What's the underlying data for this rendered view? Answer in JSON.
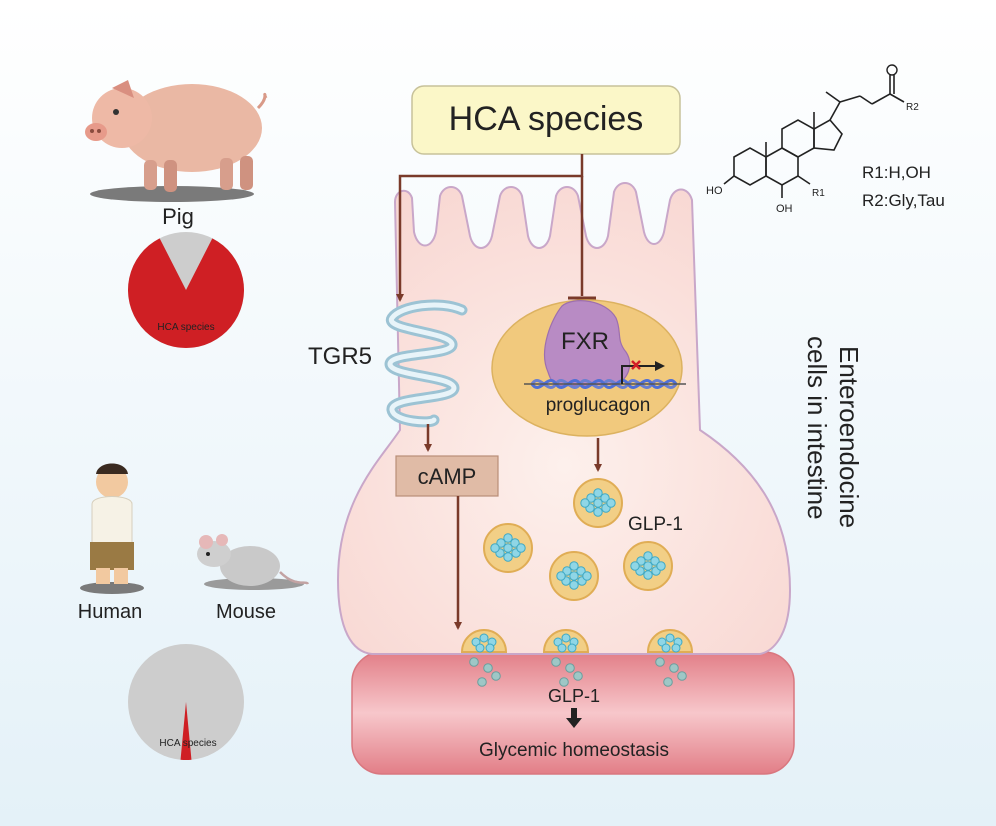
{
  "hca_box": "HCA species",
  "structure": {
    "r1": "R1:H,OH",
    "r2": "R2:Gly,Tau",
    "ho_left": "HO",
    "oh_bottom": "OH",
    "r1_sub": "R1",
    "r2_sub": "R2"
  },
  "pig": {
    "label": "Pig",
    "pie_label": "HCA species",
    "hca_fraction": 0.85
  },
  "human": {
    "label": "Human"
  },
  "mouse": {
    "label": "Mouse"
  },
  "human_mouse_pie": {
    "pie_label": "HCA species",
    "hca_fraction": 0.03
  },
  "cell": {
    "title_line1": "Enteroendocine",
    "title_line2": "cells in intestine"
  },
  "receptor": "TGR5",
  "camp": "cAMP",
  "fxr": "FXR",
  "gene": "proglucagon",
  "glp1_vesicle": "GLP-1",
  "glp1_blood": "GLP-1",
  "outcome": "Glycemic homeostasis",
  "colors": {
    "pie_red": "#cf1f24",
    "pie_gray": "#cdcdcd",
    "cell_fill": "#fbe3df",
    "nucleus": "#f1c97d",
    "box": "#fbf7c8",
    "arrow": "#7a3a2a",
    "vessel": "#e58a91"
  }
}
